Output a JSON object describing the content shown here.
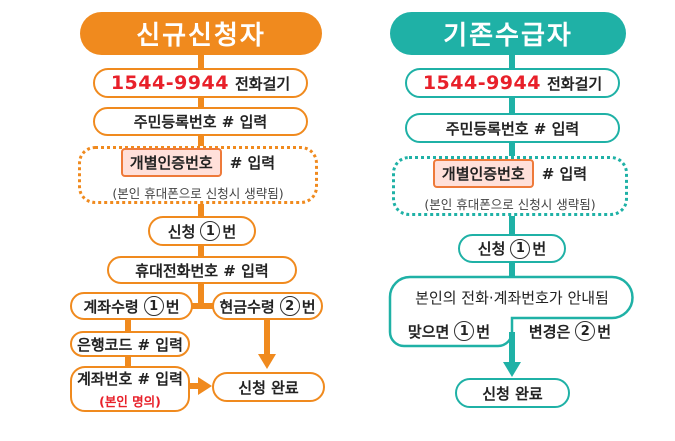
{
  "colors": {
    "orange": "#F08A1E",
    "teal": "#1FB1A6",
    "red": "#E8202A",
    "highlight_fill": "#FFE0DA",
    "highlight_border": "#EE7A3A"
  },
  "new_applicant": {
    "title": "신규신청자",
    "call": {
      "number": "1544-9944",
      "label": "전화걸기"
    },
    "resident_id": "주민등록번호 # 입력",
    "auth": {
      "highlight": "개별인증번호",
      "suffix": "# 입력",
      "note": "(본인 휴대폰으로 신청시 생략됨)"
    },
    "apply": {
      "prefix": "신청",
      "num": "1",
      "suffix": "번"
    },
    "mobile": "휴대전화번호 # 입력",
    "account_option": {
      "prefix": "계좌수령",
      "num": "1",
      "suffix": "번"
    },
    "cash_option": {
      "prefix": "현금수령",
      "num": "2",
      "suffix": "번"
    },
    "bank_code": "은행코드 # 입력",
    "account_number": "계좌번호 # 입력",
    "account_note": "(본인 명의)",
    "complete": "신청 완료"
  },
  "existing_recipient": {
    "title": "기존수급자",
    "call": {
      "number": "1544-9944",
      "label": "전화걸기"
    },
    "resident_id": "주민등록번호 # 입력",
    "auth": {
      "highlight": "개별인증번호",
      "suffix": "# 입력",
      "note": "(본인 휴대폰으로 신청시 생략됨)"
    },
    "apply": {
      "prefix": "신청",
      "num": "1",
      "suffix": "번"
    },
    "notice": "본인의 전화·계좌번호가 안내됨",
    "confirm": {
      "prefix": "맞으면",
      "num": "1",
      "suffix": "번"
    },
    "change": {
      "prefix": "변경은",
      "num": "2",
      "suffix": "번"
    },
    "complete": "신청 완료"
  }
}
